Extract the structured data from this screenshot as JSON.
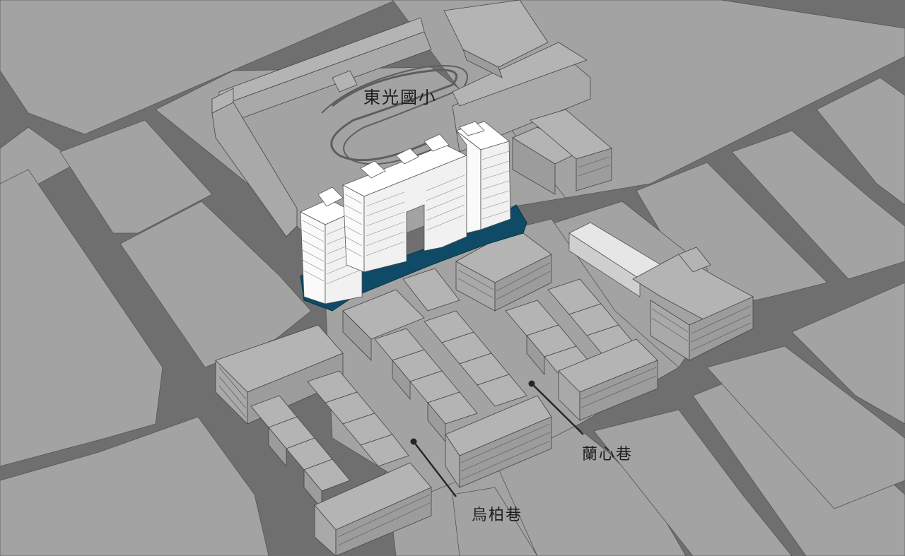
{
  "labels": {
    "school": "東光國小",
    "lane_a": "蘭心巷",
    "lane_b": "烏柏巷"
  },
  "colors": {
    "road": "#6f6f6f",
    "block": "#a3a3a3",
    "highlight_base": "#0f4a66",
    "highlight_building": "#ffffff",
    "label_text": "#1e1e1e",
    "leader_line": "#2a2320"
  }
}
